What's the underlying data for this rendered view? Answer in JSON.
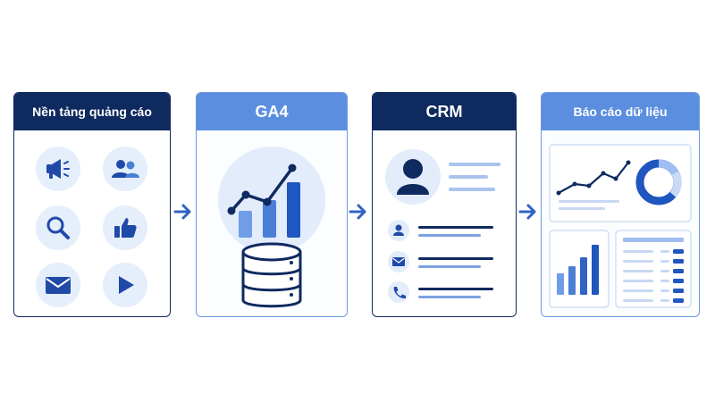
{
  "stages": [
    {
      "title": "Nền tảng quảng cáo",
      "icons": [
        "megaphone-icon",
        "users-icon",
        "search-icon",
        "thumbs-up-icon",
        "mail-icon",
        "play-icon"
      ]
    },
    {
      "title": "GA4",
      "icons": [
        "rising-line-icon",
        "bar-chart-icon",
        "database-icon"
      ]
    },
    {
      "title": "CRM",
      "icons": [
        "user-profile-icon",
        "contact-icon",
        "mail-icon",
        "phone-icon"
      ]
    },
    {
      "title": "Báo cáo dữ liệu",
      "icons": [
        "line-chart-icon",
        "donut-chart-icon",
        "bar-chart-icon",
        "table-icon"
      ]
    }
  ],
  "colors": {
    "navy": "#0f2a5f",
    "blue": "#2f64c4",
    "light_blue": "#5b8ede",
    "pale": "#e5eefb"
  }
}
